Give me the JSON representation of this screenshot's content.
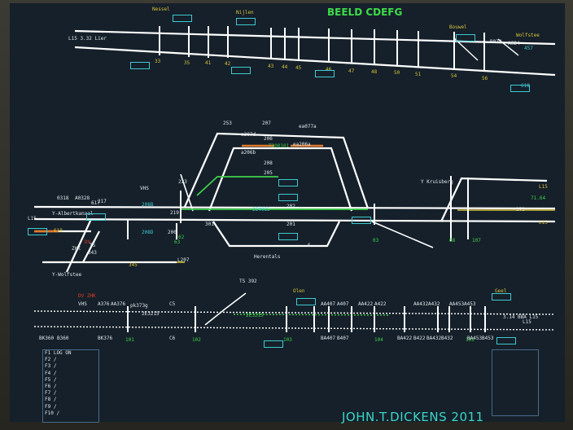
{
  "screen_title": "BEELD CDEFG",
  "credit": "JOHN.T.DICKENS 2011",
  "top_section": {
    "stations": [
      "Nessel",
      "Nijlen",
      "Bouwel",
      "Wolfstee"
    ],
    "line_label": "L15 3.32 Lier",
    "signal_numbers": [
      "33",
      "35",
      "41",
      "42",
      "43",
      "44",
      "45",
      "46",
      "47",
      "48",
      "50",
      "51",
      "54",
      "56"
    ],
    "labels_right": [
      "R024",
      "A024",
      "457",
      "618"
    ]
  },
  "middle_section": {
    "routes": [
      "253",
      "207",
      "ea077a",
      "a207d",
      "206",
      "a206b",
      "ea206a",
      "208",
      "205",
      "223",
      "DV",
      "VHS",
      "217",
      "219",
      "202",
      "201",
      "301",
      "S",
      "200",
      "62",
      "03"
    ],
    "labels": [
      "Y-Albertkanaal",
      "Y-Wolfstee",
      "Y Kruisberg",
      "Herentals",
      "T200101",
      "2E4935",
      "343",
      "345",
      "L207",
      "L15",
      "0318",
      "A0328",
      "617",
      "618",
      "TS",
      "ZHK",
      "208B",
      "208D"
    ],
    "right_labels": [
      "L15",
      "373",
      "L15",
      "71.64"
    ],
    "numbers_green": [
      "68",
      "107",
      "63"
    ]
  },
  "lower_section": {
    "labels": [
      "Olen",
      "Geel",
      "TS 392",
      "DV ZHK",
      "VHS",
      "pk373g",
      "A376",
      "AA376",
      "2E3215",
      "2E3215",
      "BK376",
      "BK360",
      "B360",
      "C5",
      "C6",
      "101",
      "102",
      "103",
      "104",
      "105",
      "L15"
    ],
    "signals": [
      "AA407",
      "A407",
      "AA422",
      "A422",
      "AA432",
      "A432",
      "AA453",
      "A453",
      "BA407",
      "B407",
      "BA422",
      "B422",
      "BA432",
      "B432",
      "BA453",
      "B453"
    ],
    "km_label": "3.14 BBA L15"
  },
  "function_keys": {
    "header": "F1 LOG ON",
    "keys": [
      "F2 /",
      "F3 /",
      "F4 /",
      "F5 /",
      "F6 /",
      "F7 /",
      "F8 /",
      "F9 /",
      "F10 /"
    ]
  },
  "colors": {
    "background": "#15202a",
    "track": "#ffffff",
    "occupied": "#e07a2a",
    "route_set": "#3fd04a",
    "title": "#3fdc4a",
    "signal_box": "#3fc8d0"
  }
}
